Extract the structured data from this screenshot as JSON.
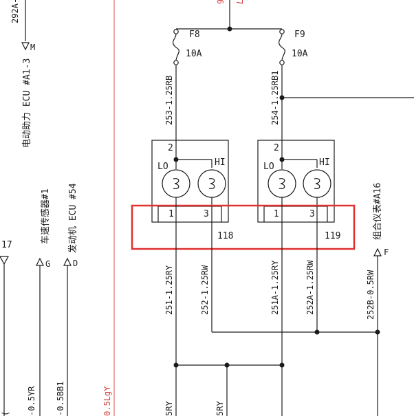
{
  "colors": {
    "line": "#1a1a1a",
    "highlight_box": "#e03030",
    "left_border": "#e07070",
    "red_text": "#d64040"
  },
  "left_panel": {
    "ref_292A": "292A-",
    "pin_M": "M",
    "eps_ecu": "电动助力 ECU #A1-3",
    "num_17": "17",
    "speed_sensor": "车速传感器#1",
    "pin_G": "G",
    "engine_ecu": "发动机 ECU #54",
    "pin_D": "D",
    "wire_05yr": "-0.5YR",
    "wire_05bb1": "-0.5BB1",
    "red_partial_top": "9",
    "red_partial_bottom": "0.5LgY"
  },
  "fuses": {
    "f8_label": "F8",
    "f8_rating": "10A",
    "f9_label": "F9",
    "f9_rating": "10A"
  },
  "wires_upper": {
    "w253": "253-1.25RB",
    "w254": "254-1.25RB1"
  },
  "switch_118": {
    "pin_top": "2",
    "lo": "LO",
    "hi": "HI",
    "pin_left": "1",
    "pin_right": "3",
    "id": "118"
  },
  "switch_119": {
    "pin_top": "2",
    "lo": "LO",
    "hi": "HI",
    "pin_left": "1",
    "pin_right": "3",
    "id": "119"
  },
  "wires_lower": {
    "w251": "251-1.25RY",
    "w252": "252-1.25RW",
    "w251a": "251A-1.25RY",
    "w252a": "252A-1.25RW",
    "w252b": "252B-0.5RW"
  },
  "cluster": {
    "label": "组合仪表#A16",
    "pin_F": "F"
  },
  "bottom_partial": {
    "left": "5RY",
    "right": "5RY"
  }
}
